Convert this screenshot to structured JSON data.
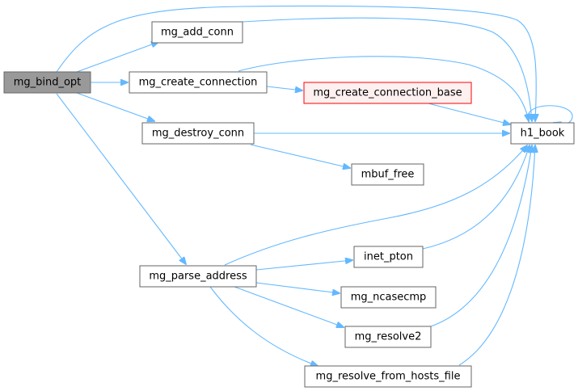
{
  "graph": {
    "nodes": {
      "mg_bind_opt": "mg_bind_opt",
      "mg_add_conn": "mg_add_conn",
      "mg_create_connection": "mg_create_connection",
      "mg_create_connection_base": "mg_create_connection_base",
      "mg_destroy_conn": "mg_destroy_conn",
      "mbuf_free": "mbuf_free",
      "h1_book": "h1_book",
      "mg_parse_address": "mg_parse_address",
      "inet_pton": "inet_pton",
      "mg_ncasecmp": "mg_ncasecmp",
      "mg_resolve2": "mg_resolve2",
      "mg_resolve_from_hosts_file": "mg_resolve_from_hosts_file"
    },
    "colors": {
      "edge": "#63b8ff",
      "root_fill": "#999999",
      "highlight_fill": "#fff0f0",
      "highlight_border": "#ff0000",
      "node_border": "#666666"
    }
  }
}
